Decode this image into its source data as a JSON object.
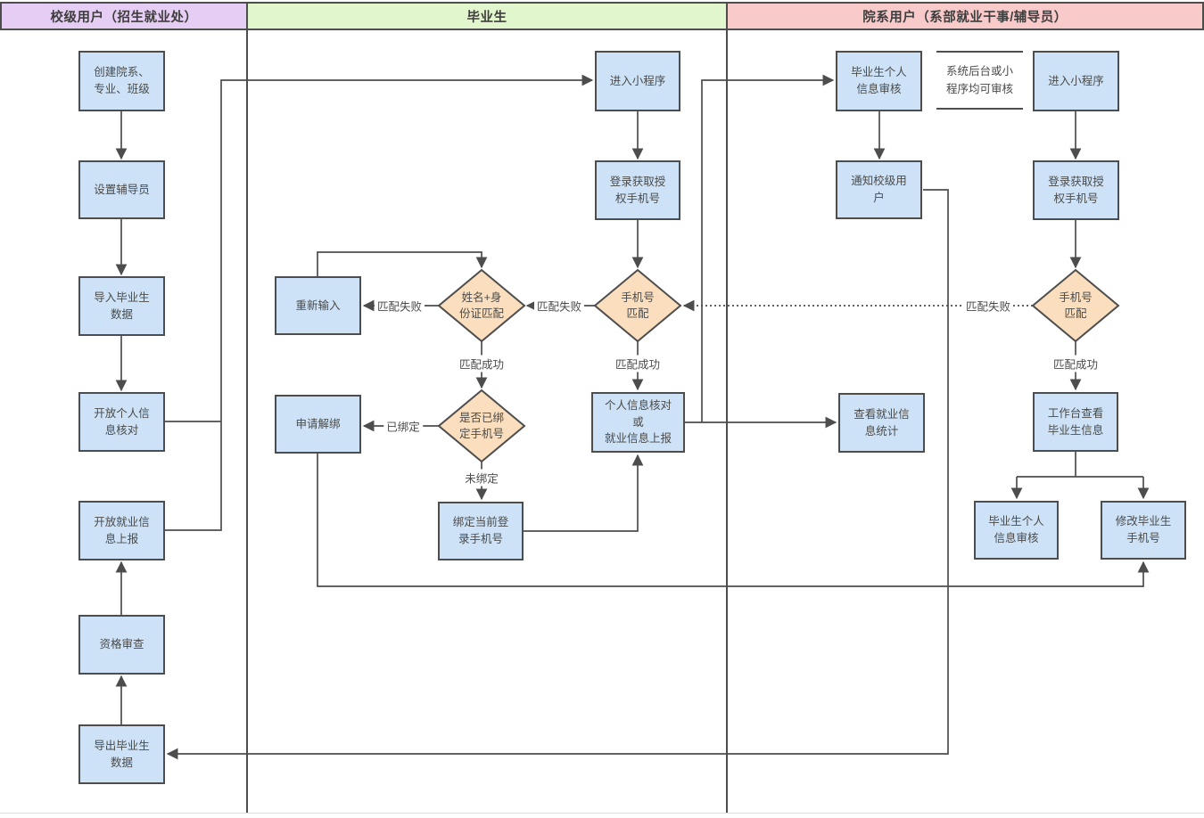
{
  "lanes": [
    {
      "label": "校级用户（招生就业处）"
    },
    {
      "label": "毕业生"
    },
    {
      "label": "院系用户（系部就业干事/辅导员）"
    }
  ],
  "nodes": {
    "create_org": {
      "label": "创建院系、\n专业、班级"
    },
    "set_counselor": {
      "label": "设置辅导员"
    },
    "import_grads": {
      "label": "导入毕业生\n数据"
    },
    "open_check": {
      "label": "开放个人信\n息核对"
    },
    "open_report": {
      "label": "开放就业信\n息上报"
    },
    "qualification": {
      "label": "资格审查"
    },
    "export_grads": {
      "label": "导出毕业生\n数据"
    },
    "enter_mini": {
      "label": "进入小程序"
    },
    "login_auth": {
      "label": "登录获取授\n权手机号"
    },
    "retry_input": {
      "label": "重新输入"
    },
    "nameid_match": {
      "label": "姓名+身\n份证匹配"
    },
    "phone_match": {
      "label": "手机号\n匹配"
    },
    "unbind_request": {
      "label": "申请解绑"
    },
    "bound_check": {
      "label": "是否已绑\n定手机号"
    },
    "info_check": {
      "label": "个人信息核对\n或\n就业信息上报"
    },
    "bind_phone": {
      "label": "绑定当前登\n录手机号"
    },
    "review_grad": {
      "label": "毕业生个人\n信息审核"
    },
    "notify_school": {
      "label": "通知校级用\n户"
    },
    "view_stats": {
      "label": "查看就业信\n息统计"
    },
    "workbench": {
      "label": "工作台查看\n毕业生信息"
    },
    "modify_phone": {
      "label": "修改毕业生\n手机号"
    }
  },
  "annotation": {
    "label": "系统后台或小\n程序均可审核"
  },
  "edge_labels": {
    "match_fail": "匹配失败",
    "match_success": "匹配成功",
    "bound": "已绑定",
    "unbound": "未绑定"
  },
  "colors": {
    "lane1_fill": "#e6cdf3",
    "lane2_fill": "#e2f6ce",
    "lane3_fill": "#f9caca",
    "box_fill": "#cde2f6",
    "diamond_fill": "#fadebd",
    "line": "#4d4d4d",
    "text": "#4a4a4a"
  }
}
